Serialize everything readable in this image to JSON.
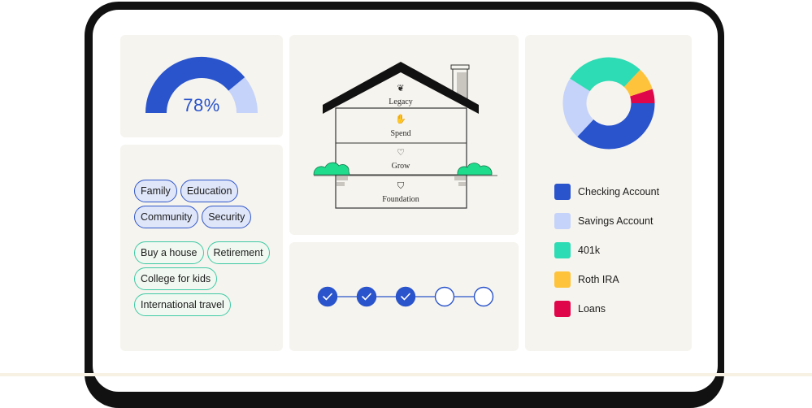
{
  "gauge": {
    "value_text": "78%",
    "fraction": 0.78,
    "fill_color": "#2a54cc",
    "track_color": "#c5d3fa"
  },
  "tags": {
    "values": [
      [
        {
          "label": "Family"
        },
        {
          "label": "Education"
        }
      ],
      [
        {
          "label": "Community"
        },
        {
          "label": "Security"
        }
      ]
    ],
    "goals": [
      [
        {
          "label": "Buy a house"
        },
        {
          "label": "Retirement"
        }
      ],
      [
        {
          "label": "College for kids"
        }
      ],
      [
        {
          "label": "International travel"
        }
      ]
    ]
  },
  "house": {
    "levels": [
      {
        "label": "Legacy",
        "icon": "tree-icon"
      },
      {
        "label": "Spend",
        "icon": "hand-coin-icon"
      },
      {
        "label": "Grow",
        "icon": "handshake-icon"
      },
      {
        "label": "Foundation",
        "icon": "shield-check-icon"
      }
    ]
  },
  "steps": {
    "completed": 3,
    "total": 5,
    "color": "#2a54cc"
  },
  "accounts": {
    "items": [
      {
        "label": "Checking Account",
        "color": "#2a54cc",
        "share": 0.37
      },
      {
        "label": "Savings Account",
        "color": "#c5d3fa",
        "share": 0.22
      },
      {
        "label": "401k",
        "color": "#2ddbb4",
        "share": 0.28
      },
      {
        "label": "Roth IRA",
        "color": "#fec33a",
        "share": 0.08
      },
      {
        "label": "Loans",
        "color": "#e0064a",
        "share": 0.05
      }
    ]
  }
}
